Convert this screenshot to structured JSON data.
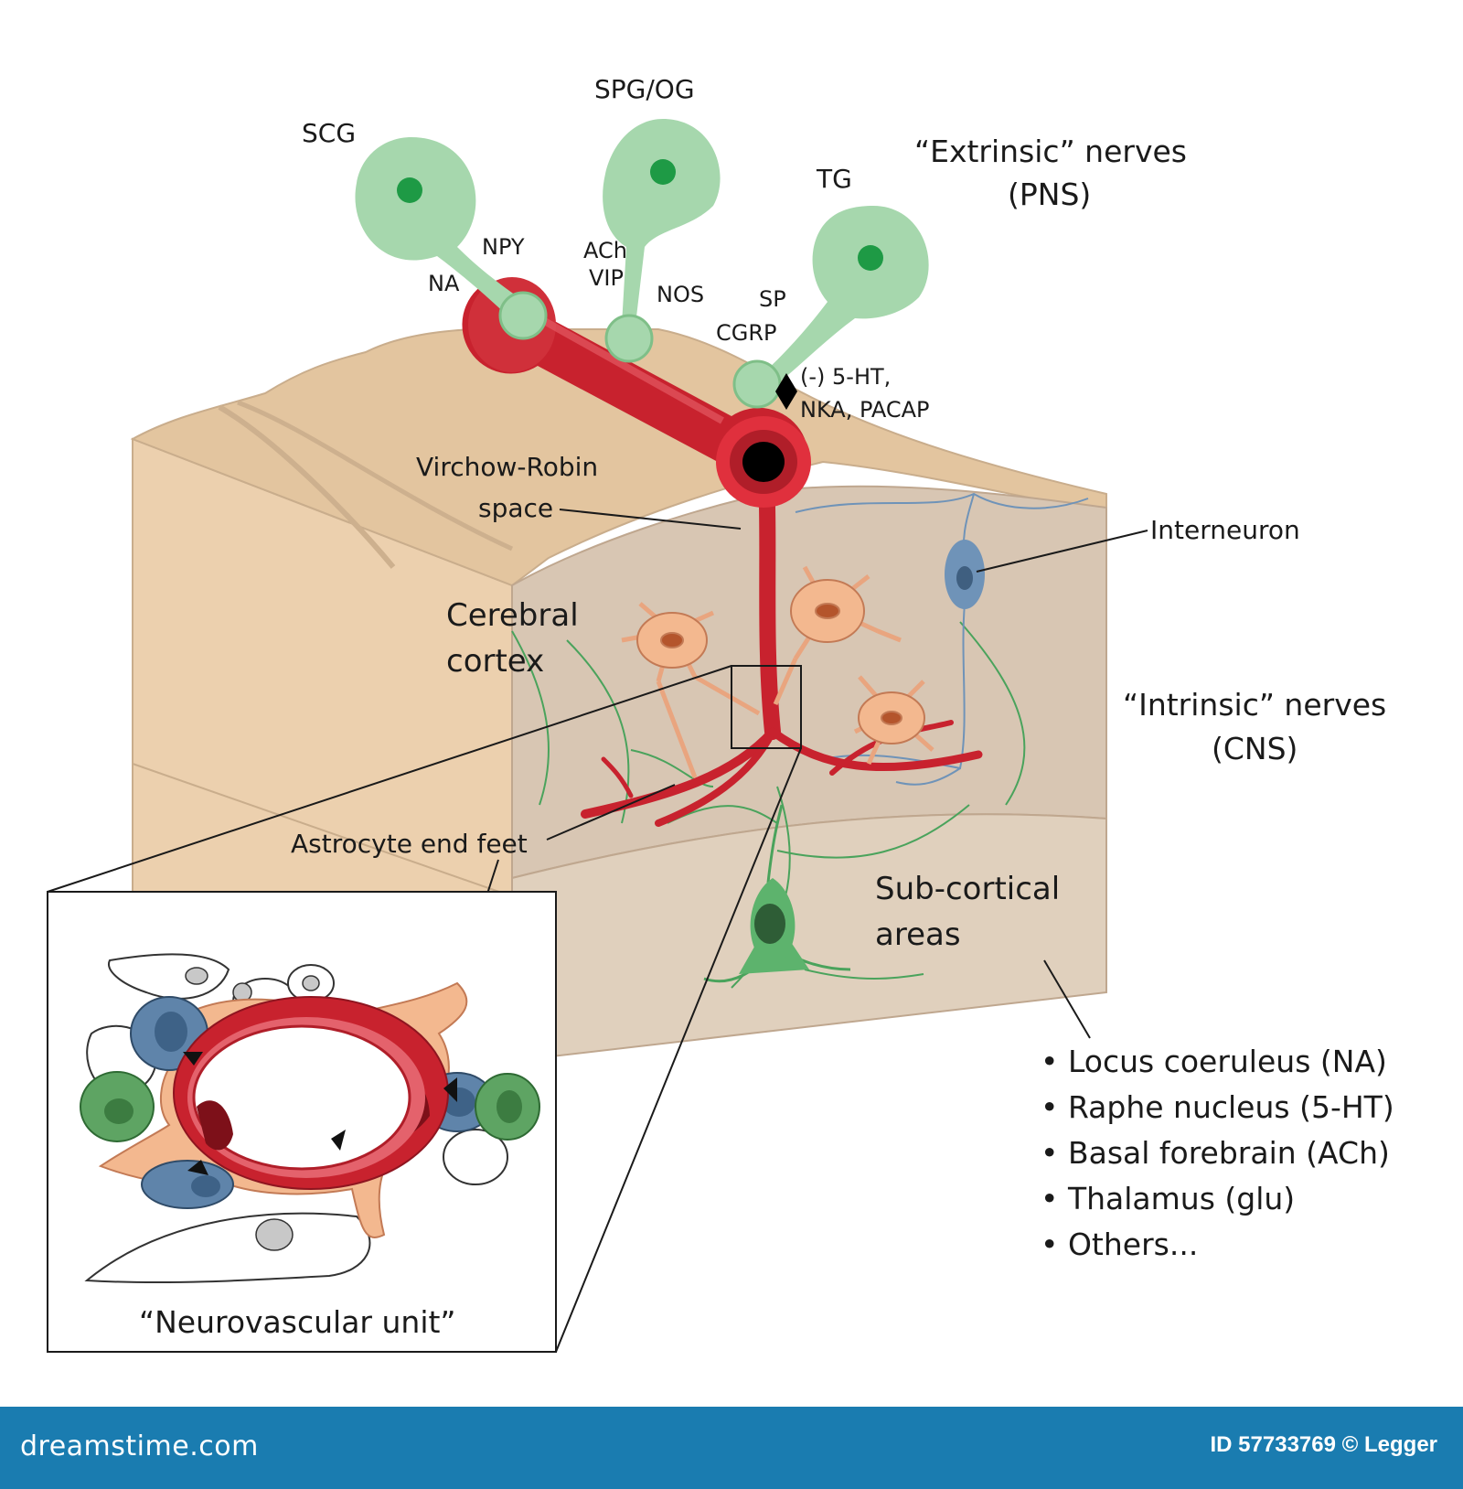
{
  "ganglia": {
    "scg": "SCG",
    "spg_og": "SPG/OG",
    "tg": "TG"
  },
  "transmitters": {
    "npy": "NPY",
    "na": "NA",
    "ach": "ACh",
    "vip": "VIP",
    "nos": "NOS",
    "sp": "SP",
    "cgrp": "CGRP",
    "inhibitory_line1": "(-) 5-HT,",
    "inhibitory_line2": "NKA, PACAP"
  },
  "headings": {
    "extrinsic_line1": "“Extrinsic” nerves",
    "extrinsic_line2": "(PNS)",
    "intrinsic_line1": "“Intrinsic” nerves",
    "intrinsic_line2": "(CNS)"
  },
  "structures": {
    "virchow_line1": "Virchow-Robin",
    "virchow_line2": "space",
    "interneuron": "Interneuron",
    "cortex_line1": "Cerebral",
    "cortex_line2": "cortex",
    "astrocyte": "Astrocyte end feet",
    "subcortical_line1": "Sub-cortical",
    "subcortical_line2": "areas",
    "inset_caption": "“Neurovascular unit”"
  },
  "subcortical_sources": [
    "• Locus coeruleus (NA)",
    "• Raphe nucleus (5-HT)",
    "• Basal forebrain (ACh)",
    "• Thalamus (glu)",
    "• Others..."
  ],
  "footer": {
    "brand": "dreamstime.com",
    "image_id": "ID 57733769 © Legger"
  },
  "colors": {
    "tissue": "#e7c9a6",
    "tissue_cut": "#d6c6b4",
    "vessel": "#c8222e",
    "ganglion": "#a6d7ad",
    "nucleus": "#1e9a45",
    "astrocyte": "#f3b88f",
    "interneuron": "#6f93b8",
    "footer": "#1a7cb0"
  }
}
